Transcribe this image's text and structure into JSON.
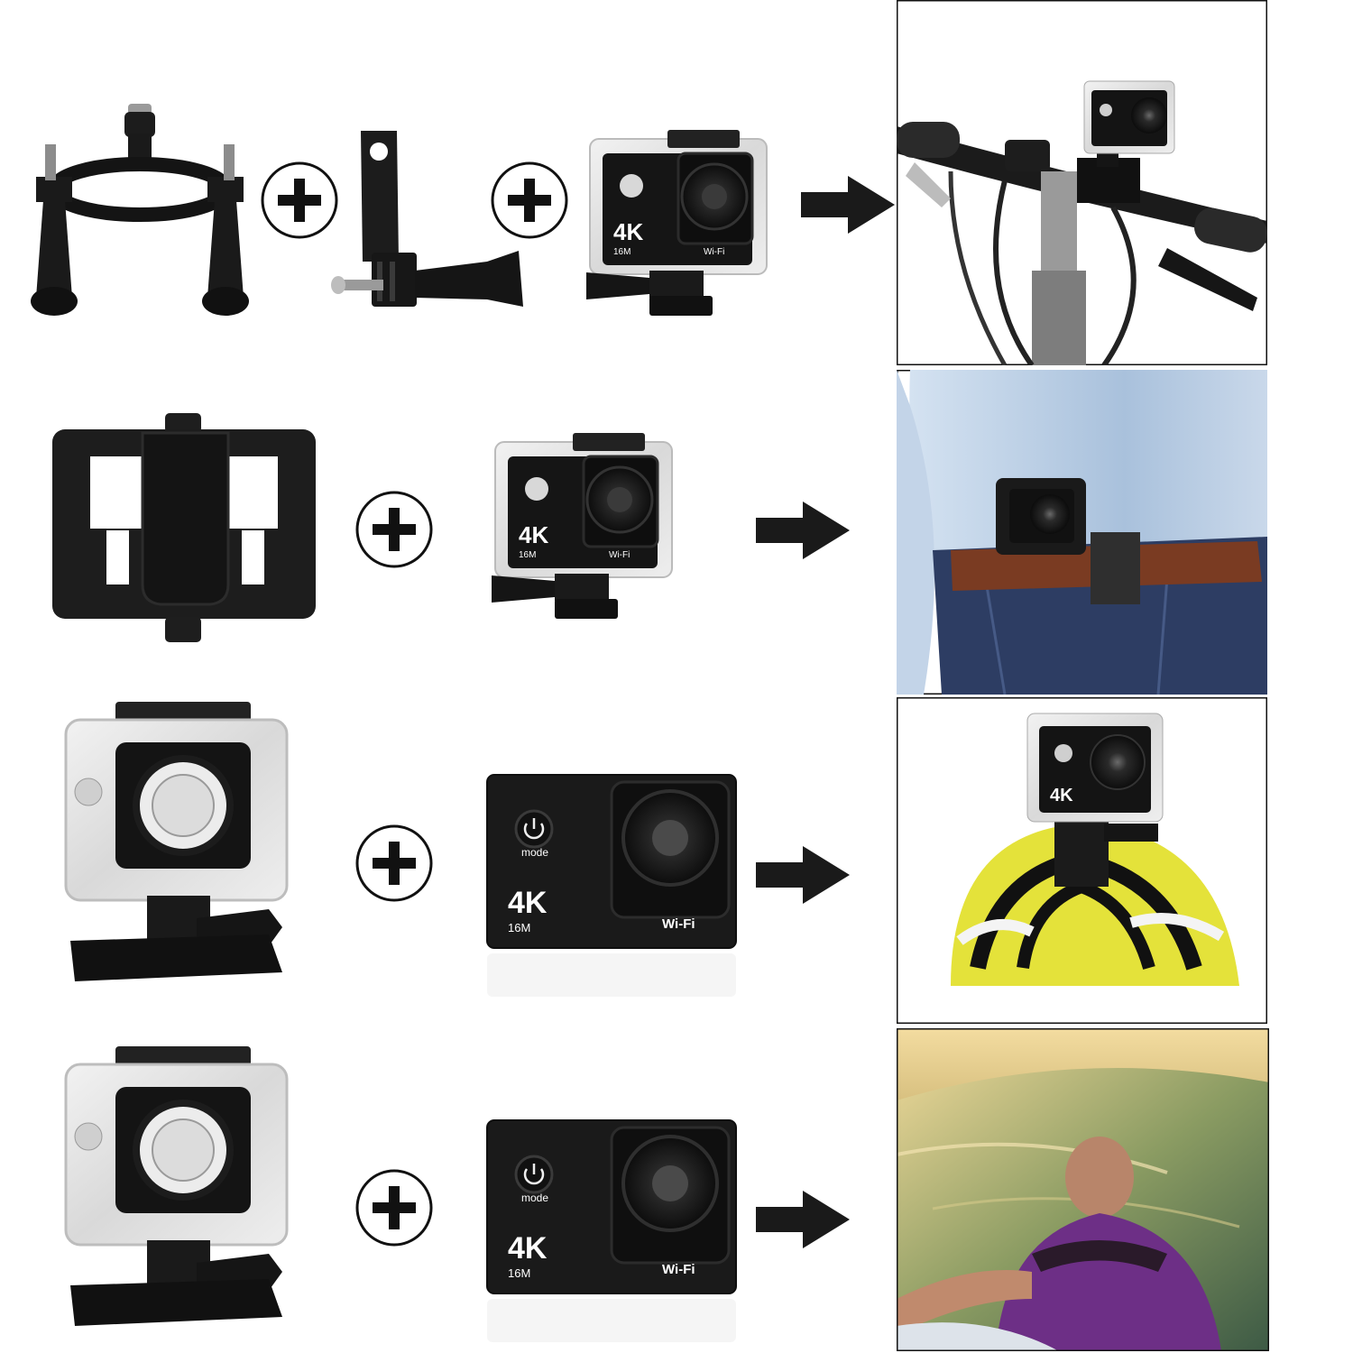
{
  "camera": {
    "resolution_mark": "4K",
    "megapixel_mark": "16M",
    "wifi_mark": "Wi-Fi",
    "mode_mark": "mode"
  },
  "colors": {
    "background": "#ffffff",
    "accessory_black": "#1a1a1a",
    "helmet_yellow": "#e4e23a",
    "shirt_blue": "#bcd0e6",
    "jeans_blue": "#2d3d63",
    "belt_brown": "#7a3b22",
    "wetsuit_purple": "#6d2f86",
    "water_green": "#7c8f5a",
    "sunset_gold": "#e6c27a"
  },
  "icons": [
    "plus-icon",
    "arrow-right-icon"
  ]
}
